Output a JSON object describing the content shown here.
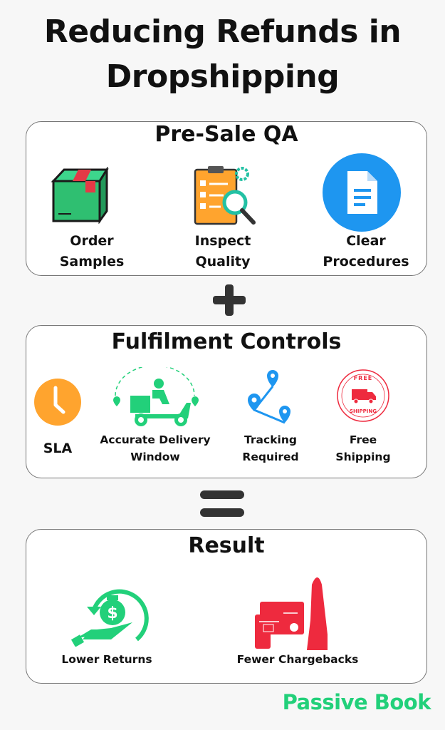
{
  "title": {
    "line1": "Reducing Refunds in",
    "line2": "Dropshipping"
  },
  "sections": [
    {
      "title": "Pre-Sale QA",
      "items": [
        {
          "line1": "Order",
          "line2": "Samples",
          "icon": "box-icon"
        },
        {
          "line1": "Inspect",
          "line2": "Quality",
          "icon": "checklist-magnifier-icon"
        },
        {
          "line1": "Clear",
          "line2": "Procedures",
          "icon": "document-icon"
        }
      ]
    },
    {
      "title": "Fulfilment Controls",
      "items": [
        {
          "line1": "SLA",
          "icon": "clock-icon"
        },
        {
          "line1": "Accurate Delivery",
          "line2": "Window",
          "icon": "delivery-scooter-icon"
        },
        {
          "line1": "Tracking",
          "line2": "Required",
          "icon": "location-pins-icon"
        },
        {
          "line1": "Free",
          "line2": "Shipping",
          "icon": "free-shipping-badge-icon",
          "badge_top": "FREE",
          "badge_bottom": "SHIPPING"
        }
      ]
    },
    {
      "title": "Result",
      "items": [
        {
          "line1": "Lower Returns",
          "icon": "money-return-icon"
        },
        {
          "line1": "Fewer Chargebacks",
          "icon": "card-stop-hand-icon"
        }
      ]
    }
  ],
  "operators": {
    "plus": "plus-icon",
    "equals": "equals-icon"
  },
  "brand": "Passive Book",
  "colors": {
    "green": "#22d07a",
    "blue": "#1e96f0",
    "orange": "#ffa42e",
    "red": "#ee2a3e",
    "box_green": "#2fbf71"
  }
}
